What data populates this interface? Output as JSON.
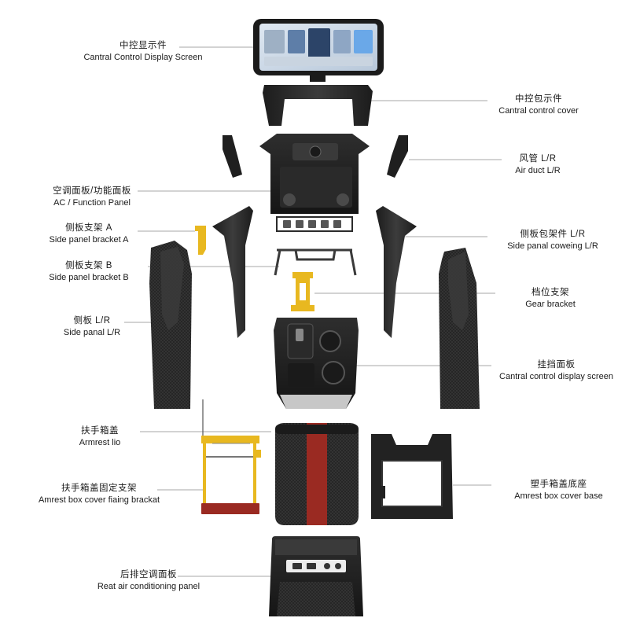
{
  "colors": {
    "part_dark": "#242424",
    "part_mid": "#3a3a3a",
    "bracket_yellow": "#e8b820",
    "accent_red": "#9a2a22",
    "leader_line": "#8a8a8a",
    "screen_ui": "#6aa8e8"
  },
  "labels": {
    "central_screen": {
      "zh": "中控显示件",
      "en": "Cantral Control Display Screen"
    },
    "control_cover": {
      "zh": "中控包示件",
      "en": "Cantral control cover"
    },
    "air_duct": {
      "zh": "风管 L/R",
      "en": "Air duct L/R"
    },
    "ac_panel": {
      "zh": "空调面板/功能面板",
      "en": "AC / Function Panel"
    },
    "side_bracket_a": {
      "zh": "侧板支架 A",
      "en": "Side panel bracket A"
    },
    "side_bracket_b": {
      "zh": "侧板支架 B",
      "en": "Side panel bracket B"
    },
    "side_covering": {
      "zh": "侧板包架件 L/R",
      "en": "Side panal coweing L/R"
    },
    "gear_bracket": {
      "zh": "档位支架",
      "en": "Gear bracket"
    },
    "side_panel": {
      "zh": "侧板 L/R",
      "en": "Side panal L/R"
    },
    "gear_panel": {
      "zh": "挂挡面板",
      "en": "Cantral control display screen"
    },
    "armrest_lid": {
      "zh": "扶手箱盖",
      "en": "Armrest lio"
    },
    "armrest_bracket": {
      "zh": "扶手箱盖固定支架",
      "en": "Amrest box cover fiaing brackat"
    },
    "armrest_base": {
      "zh": "塑手箱盖底座",
      "en": "Amrest box cover base"
    },
    "rear_ac": {
      "zh": "后排空调面板",
      "en": "Reat air conditioning panel"
    }
  }
}
